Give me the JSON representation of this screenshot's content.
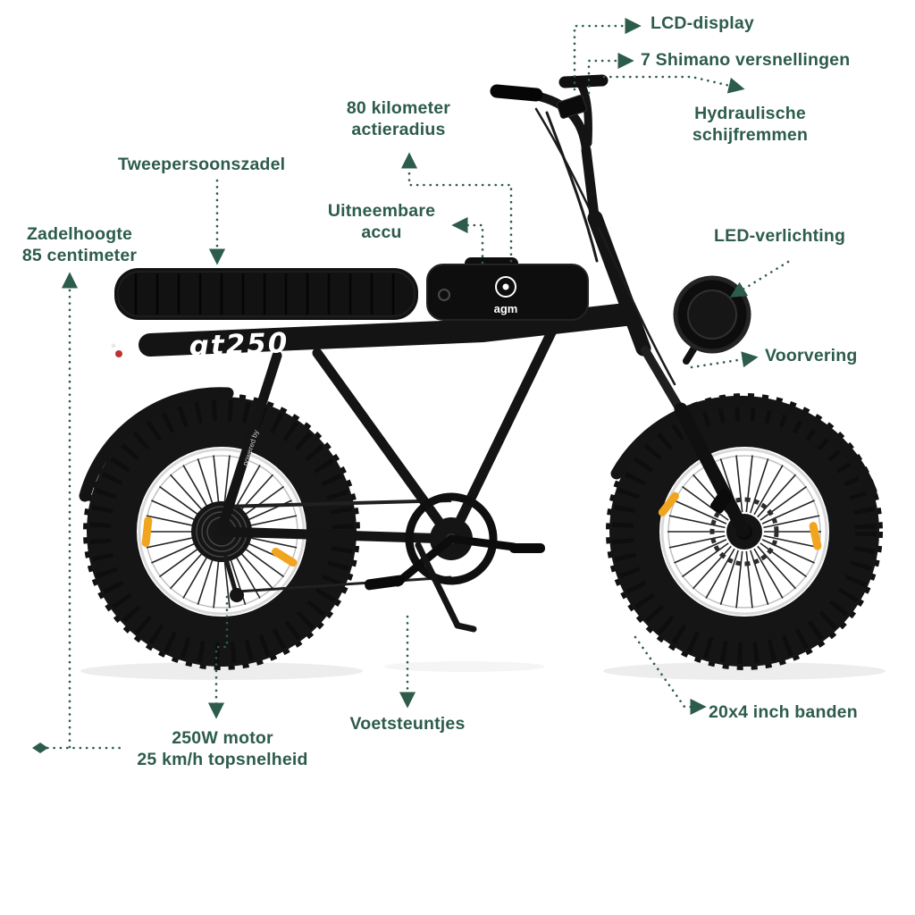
{
  "colors": {
    "annotation_green": "#2d5c4b",
    "bike_black": "#141414",
    "reflector_orange": "#f1a51e",
    "logo_white": "#ffffff"
  },
  "bike": {
    "frame_logo": "gt250",
    "battery_logo": "agm",
    "stay_text": "powered by"
  },
  "annotations": {
    "lcd": {
      "text": "LCD-display"
    },
    "gears": {
      "text": "7 Shimano versnellingen"
    },
    "brakes": {
      "text": "Hydraulische\nschijfremmen"
    },
    "range": {
      "text": "80 kilometer\nactieradius"
    },
    "seat": {
      "text": "Tweepersoonszadel"
    },
    "battery": {
      "text": "Uitneembare\naccu"
    },
    "seat_height": {
      "text": "Zadelhoogte\n85 centimeter"
    },
    "led": {
      "text": "LED-verlichting"
    },
    "suspension": {
      "text": "Voorvering"
    },
    "motor": {
      "text": "250W motor\n25 km/h topsnelheid"
    },
    "footrests": {
      "text": "Voetsteuntjes"
    },
    "tires": {
      "text": "20x4 inch banden"
    }
  }
}
